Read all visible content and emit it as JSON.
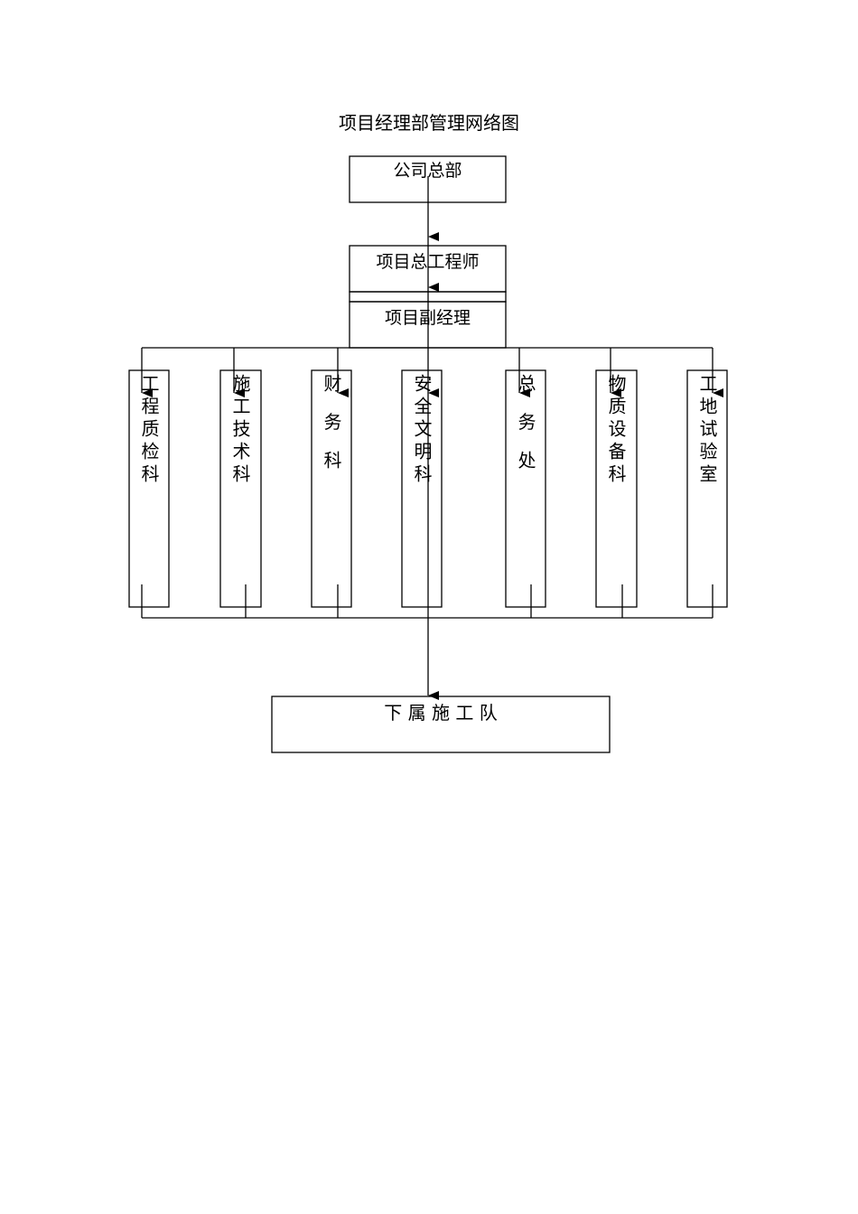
{
  "title": "项目经理部管理网络图",
  "nodes": {
    "company": "公司总部",
    "chief_engineer": "项目总工程师",
    "deputy_manager": "项目副经理",
    "teams": "下 属 施 工 队"
  },
  "departments": [
    "工程质检科",
    "施工技术科",
    "财 务 科",
    "安全文明科",
    "总 务 处",
    "物质设备科",
    "工地试验室"
  ]
}
